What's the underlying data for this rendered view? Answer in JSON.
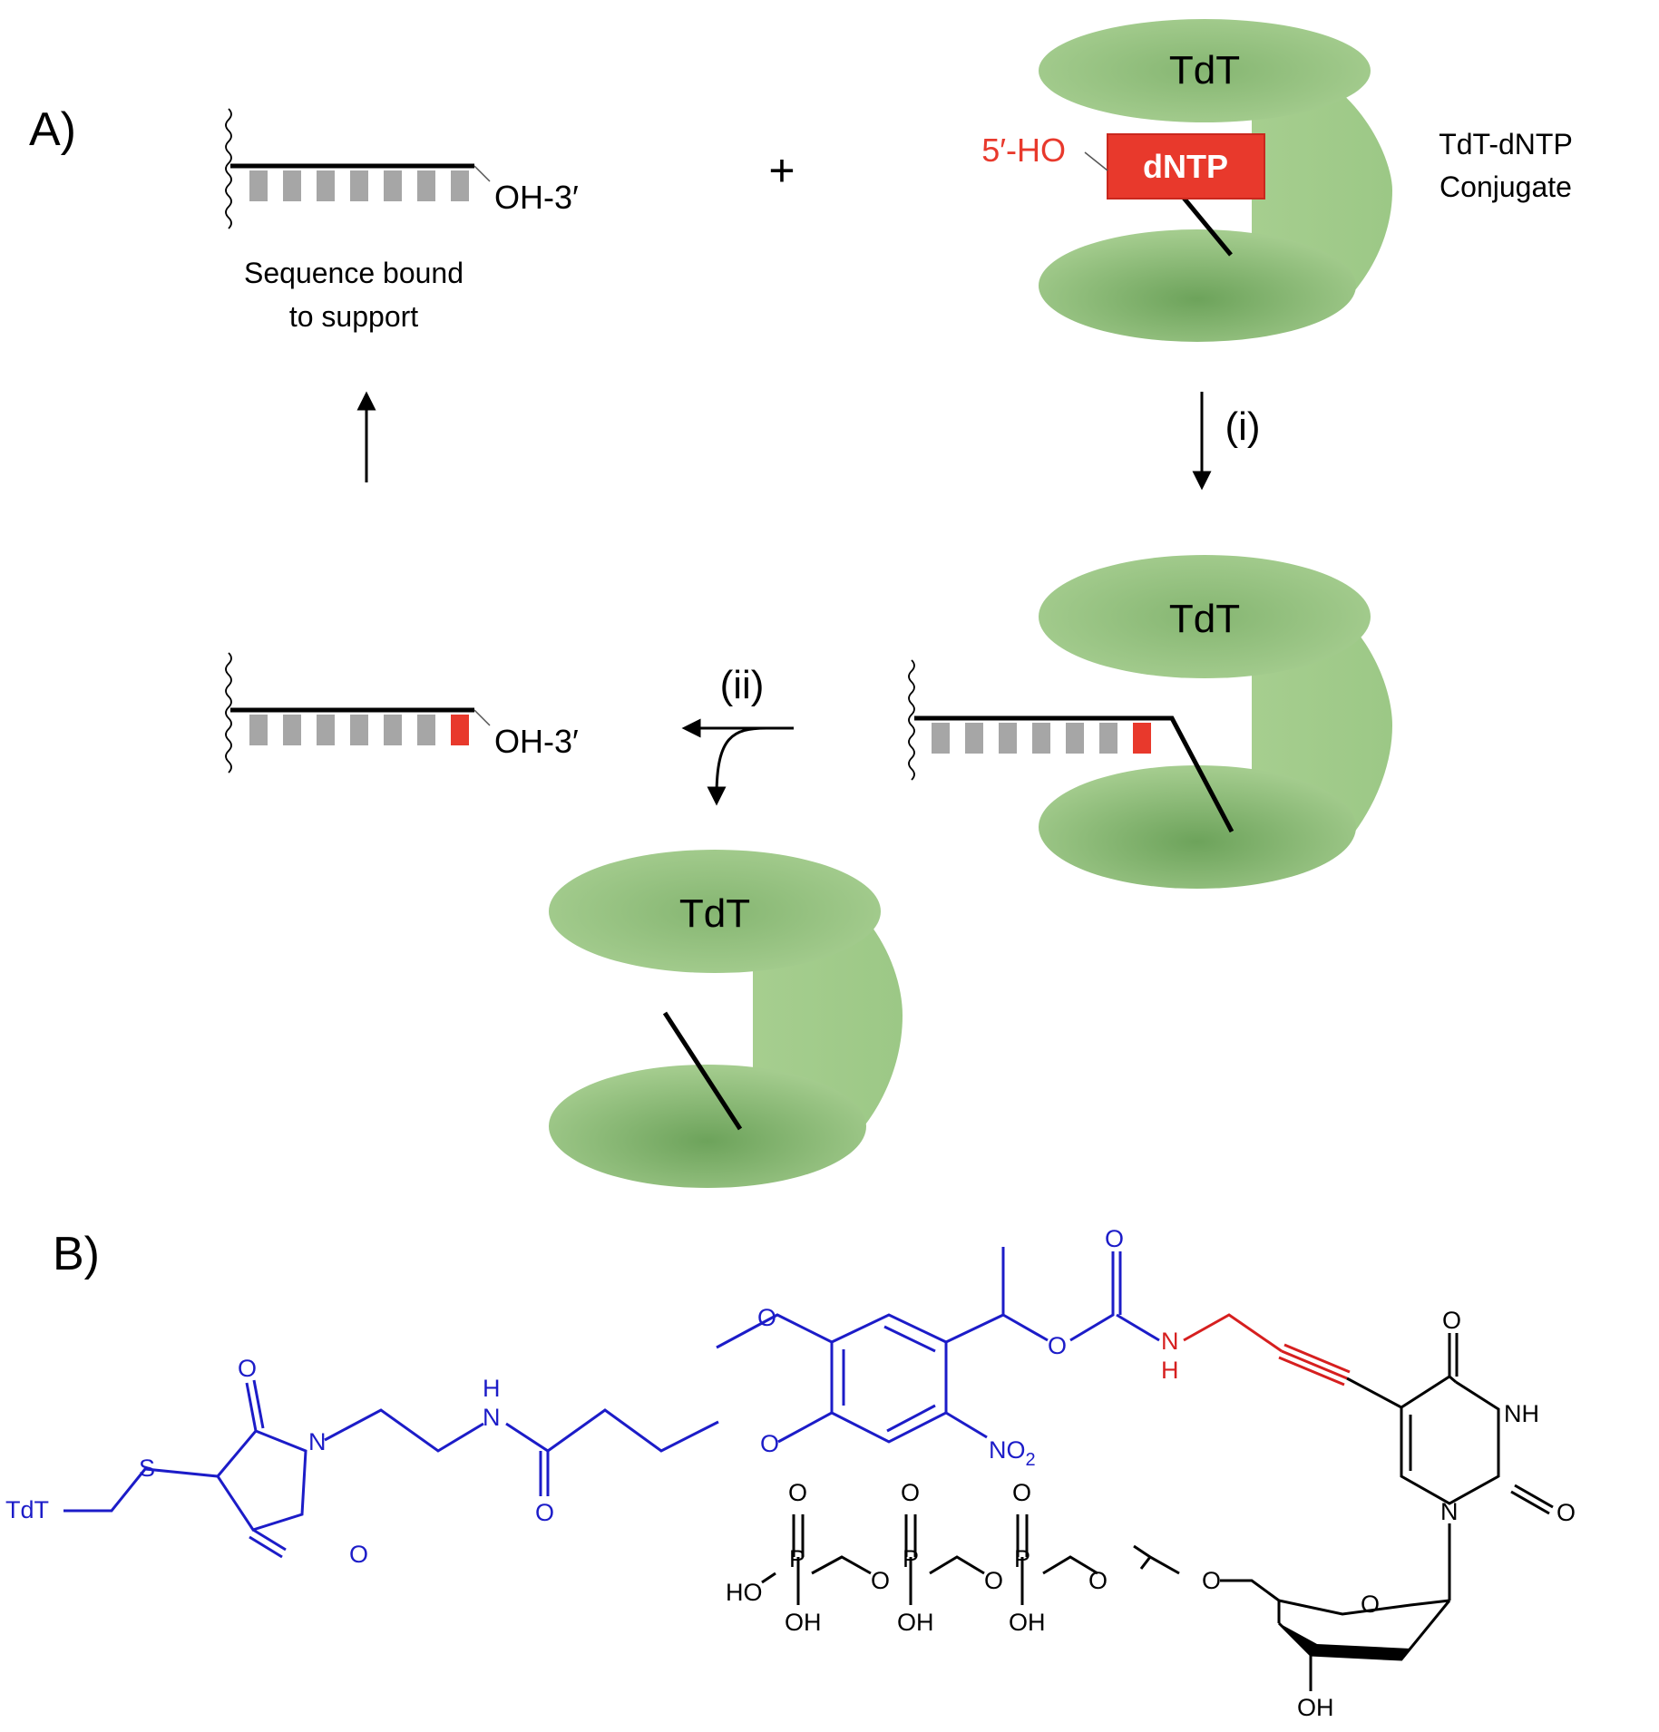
{
  "panel_a": {
    "label": "A)",
    "oh3": "OH-3′",
    "support_caption": [
      "Sequence bound",
      "to support"
    ],
    "plus": "+",
    "enzyme": "TdT",
    "five_ho": "5′-HO",
    "dntp": "dNTP",
    "conjugate": [
      "TdT-dNTP",
      "Conjugate"
    ],
    "step_i": "(i)",
    "step_ii": "(ii)"
  },
  "panel_b": {
    "label": "B)",
    "atoms": {
      "tdt": "TdT",
      "s": "S",
      "o": "O",
      "n": "N",
      "h": "H",
      "no2": "NO",
      "no2_sub": "2",
      "nh": "NH",
      "p": "P",
      "oh": "OH",
      "ho": "HO"
    }
  },
  "colors": {
    "green": "#8fc07a",
    "green_dark": "#6ea65c",
    "gray_base": "#a6a6a6",
    "red": "#e8392c",
    "linker_blue": "#1c1cc8",
    "propargyl_red": "#d61f1f"
  }
}
